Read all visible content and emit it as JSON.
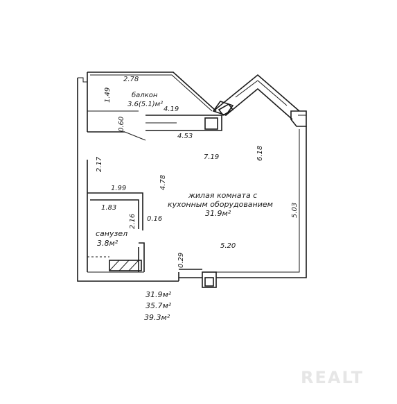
{
  "balcony": {
    "name": "балкон",
    "area": "3.6(5.1)м²",
    "dims": {
      "top": "2.78",
      "left": "1.49",
      "bottom": "4.19"
    }
  },
  "living_room": {
    "name_line1": "жилая комната с",
    "name_line2": "кухонным оборудованием",
    "area": "31.9м²"
  },
  "bathroom": {
    "name": "санузел",
    "area": "3.8м²"
  },
  "dimensions": {
    "d060": "0.60",
    "d453": "4.53",
    "d719": "7.19",
    "d618": "6.18",
    "d217": "2.17",
    "d478": "4.78",
    "d199": "1.99",
    "d183": "1.83",
    "d216": "2.16",
    "d016": "0.16",
    "d503": "5.03",
    "d520": "5.20",
    "d029": "0.29"
  },
  "totals": {
    "living_area": "31.9м²",
    "total_area": "35.7м²",
    "total_with_balcony": "39.3м²"
  },
  "watermark": "REALT"
}
